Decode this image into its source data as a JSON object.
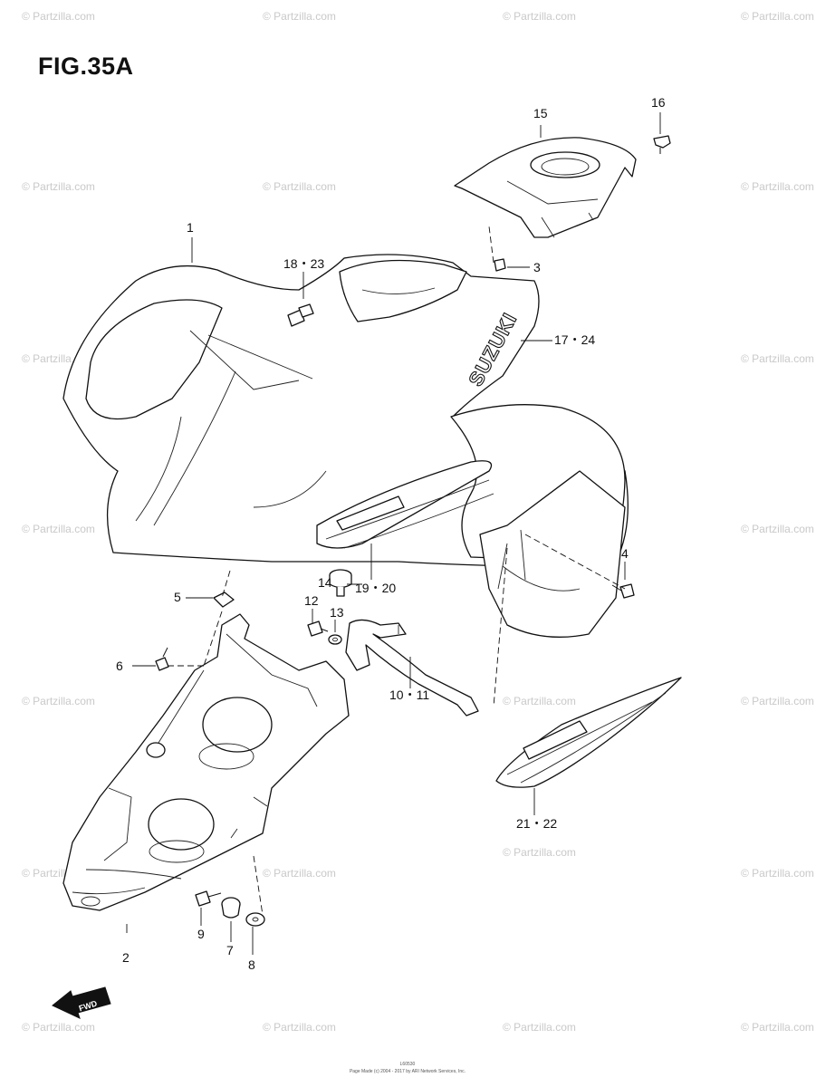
{
  "figure": {
    "title": "FIG.35A",
    "decal_text": "SUZUKI",
    "forward_label": "FWD",
    "watermark_text": "© Partzilla.com",
    "footer_line1": "L60530",
    "footer_line2": "Page Made (c) 2004 - 2017 by ARI Network Services, Inc."
  },
  "callouts": [
    {
      "id": "1",
      "label": "1"
    },
    {
      "id": "2",
      "label": "2"
    },
    {
      "id": "3",
      "label": "3"
    },
    {
      "id": "4",
      "label": "4"
    },
    {
      "id": "5",
      "label": "5"
    },
    {
      "id": "6",
      "label": "6"
    },
    {
      "id": "7",
      "label": "7"
    },
    {
      "id": "8",
      "label": "8"
    },
    {
      "id": "9",
      "label": "9"
    },
    {
      "id": "10-11",
      "label": "10・11"
    },
    {
      "id": "12",
      "label": "12"
    },
    {
      "id": "13",
      "label": "13"
    },
    {
      "id": "14",
      "label": "14"
    },
    {
      "id": "15",
      "label": "15"
    },
    {
      "id": "16",
      "label": "16"
    },
    {
      "id": "17-24",
      "label": "17・24"
    },
    {
      "id": "18-23",
      "label": "18・23"
    },
    {
      "id": "19-20",
      "label": "19・20"
    },
    {
      "id": "21-22",
      "label": "21・22"
    }
  ]
}
